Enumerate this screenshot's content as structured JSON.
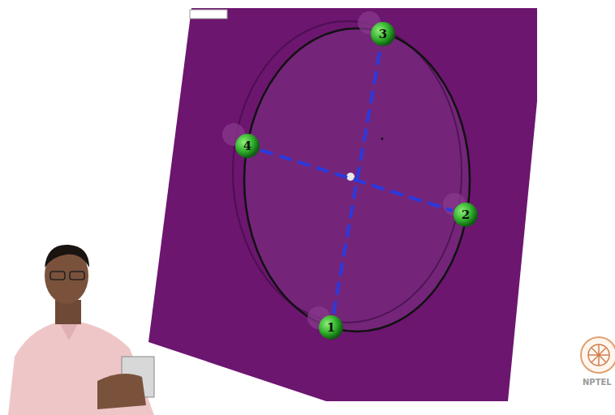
{
  "diagram": {
    "nodes": [
      {
        "text": [
          "3"
        ]
      },
      {
        "text": [
          "4"
        ]
      },
      {
        "text": [
          "2"
        ]
      },
      {
        "text": [
          "1"
        ]
      }
    ],
    "edges": [
      {
        "from": 3,
        "to": 0,
        "arrow": "none"
      },
      {
        "from": 1,
        "to": 2,
        "arrow": "none"
      }
    ],
    "labels": [
      "NPTEL"
    ]
  }
}
